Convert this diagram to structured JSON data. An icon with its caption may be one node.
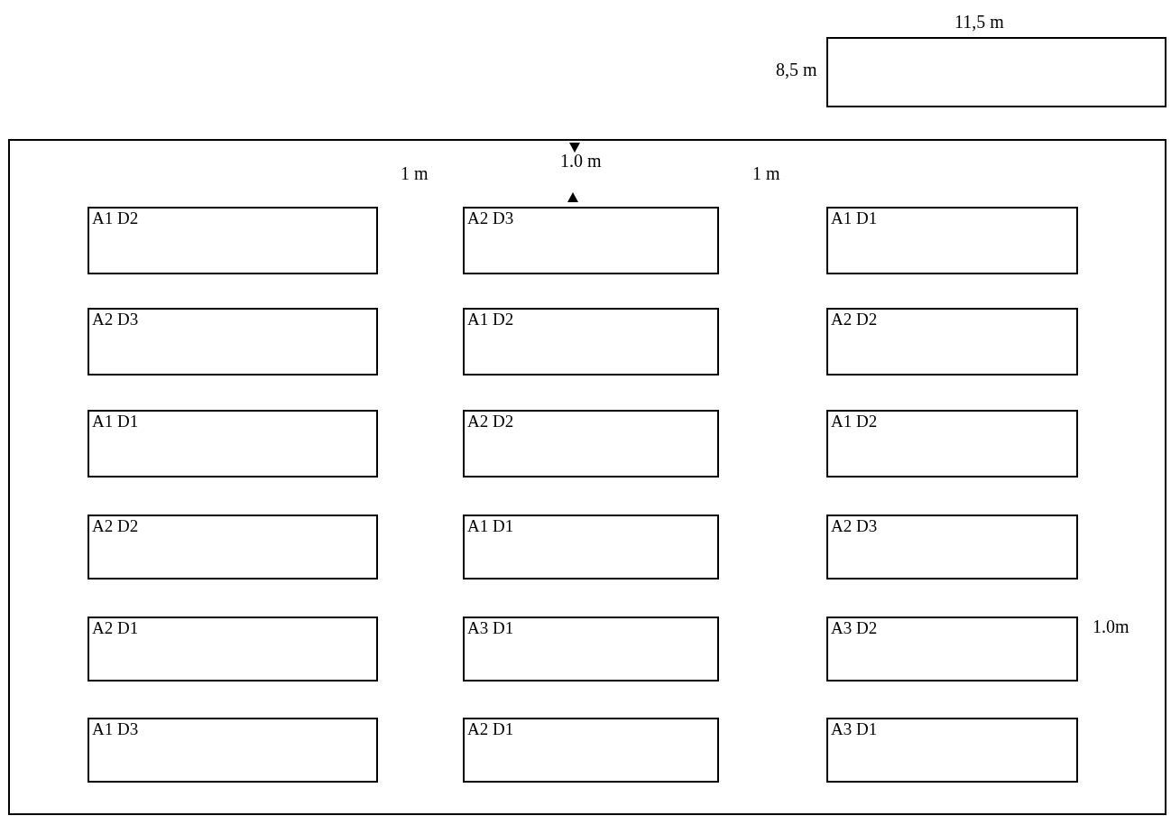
{
  "diagram": {
    "nodes": [
      {
        "text": [],
        "shape": "box",
        "beside": [
          "11,5 m",
          "8,5 m"
        ]
      },
      {
        "text": [],
        "shape": "box"
      },
      {
        "text": [
          "A1 D2"
        ],
        "in": 1
      },
      {
        "text": [
          "A2 D3"
        ],
        "in": 1
      },
      {
        "text": [
          "A1 D1"
        ],
        "in": 1
      },
      {
        "text": [
          "A2 D3"
        ],
        "in": 1
      },
      {
        "text": [
          "A1 D2"
        ],
        "in": 1
      },
      {
        "text": [
          "A2 D2"
        ],
        "in": 1
      },
      {
        "text": [
          "A1 D1"
        ],
        "in": 1
      },
      {
        "text": [
          "A2 D2"
        ],
        "in": 1
      },
      {
        "text": [
          "A1 D2"
        ],
        "in": 1
      },
      {
        "text": [
          "A2 D2"
        ],
        "in": 1
      },
      {
        "text": [
          "A1 D1"
        ],
        "in": 1
      },
      {
        "text": [
          "A2 D3"
        ],
        "in": 1
      },
      {
        "text": [
          "A2 D1"
        ],
        "in": 1
      },
      {
        "text": [
          "A3 D1"
        ],
        "in": 1
      },
      {
        "text": [
          "A3 D2"
        ],
        "in": 1
      },
      {
        "text": [
          "A1 D3"
        ],
        "in": 1
      },
      {
        "text": [
          "A2 D1"
        ],
        "in": 1
      },
      {
        "text": [
          "A3 D1"
        ],
        "in": 1
      }
    ],
    "edges": [],
    "labels": [
      "1.0 m",
      "1 m",
      "1 m",
      "1.0m"
    ]
  }
}
